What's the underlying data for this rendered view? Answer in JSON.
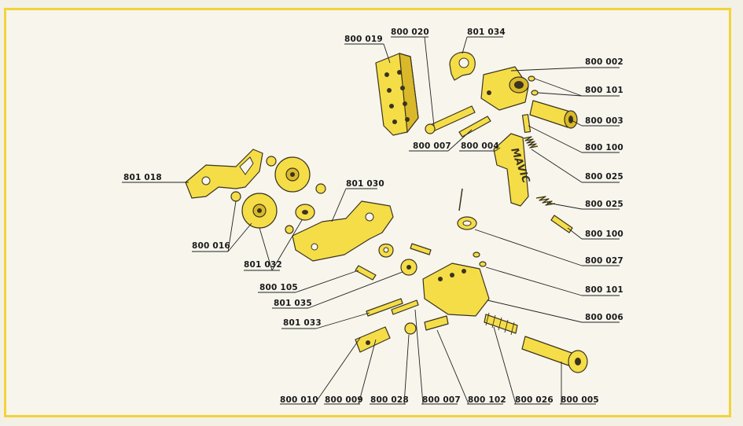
{
  "brand_text": "MAVIC",
  "colors": {
    "frame": "#f2d33a",
    "part_fill": "#f5dd48",
    "outline": "#3a3320"
  },
  "labels": {
    "p800_019": "800 019",
    "p800_020": "800 020",
    "p801_034": "801 034",
    "p800_002": "800 002",
    "p800_101a": "800 101",
    "p800_003": "800 003",
    "p800_100a": "800 100",
    "p800_007a": "800 007",
    "p800_004": "800 004",
    "p800_025a": "800 025",
    "p800_025b": "800 025",
    "p800_100b": "800 100",
    "p801_018": "801 018",
    "p801_030": "801 030",
    "p800_016": "800 016",
    "p801_032": "801 032",
    "p800_027": "800 027",
    "p800_101b": "800 101",
    "p800_105": "800 105",
    "p801_035": "801 035",
    "p800_006": "800 006",
    "p801_033": "801 033",
    "p800_010": "800 010",
    "p800_009": "800 009",
    "p800_028": "800 028",
    "p800_007b": "800 007",
    "p800_102": "800 102",
    "p800_026": "800 026",
    "p800_005": "800 005"
  }
}
